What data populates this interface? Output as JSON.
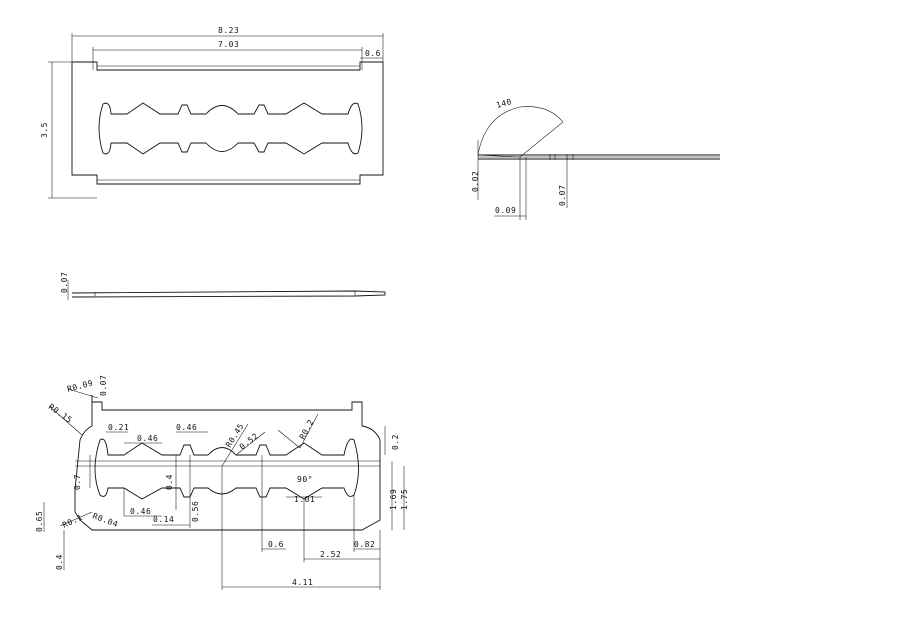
{
  "colors": {
    "line": "#111111",
    "background": "#ffffff"
  },
  "top_view": {
    "overall_width": "8.23",
    "inner_width": "7.03",
    "notch_width": "0.6",
    "height": "3.5"
  },
  "edge_detail": {
    "angle": "140",
    "edge_thickness": "0.02",
    "bevel_length": "0.09",
    "blade_thickness": "0.07"
  },
  "side_view": {
    "thickness": "0.07"
  },
  "detail_view": {
    "corner_radius_outer": "R0.09",
    "corner_offset": "0.07",
    "corner_radius_slot": "R0.15",
    "slot_neck": "0.21",
    "slot_lobe_top": "0.46",
    "slot_lobe_upper": "0.46",
    "radius_center": "R0.45",
    "diag_len": "0.52",
    "radius_tip": "R0.2",
    "notch_top": "0.2",
    "slot_height": "0.7",
    "lobe_height": "0.4",
    "tip_angle": "90°",
    "tip_width": "1.01",
    "half_height_a": "1.69",
    "half_height_b": "1.75",
    "bottom_notch": "0.65",
    "radius_small": "R0.1",
    "radius_small_b": "R0.04",
    "lobe_bottom": "0.46",
    "neck_width": "0.14",
    "lobe_bottom_h": "0.56",
    "spacing_a": "0.6",
    "end_offset": "0.82",
    "spacing_b": "2.52",
    "bottom_offset": "0.4",
    "total_span": "4.11"
  }
}
